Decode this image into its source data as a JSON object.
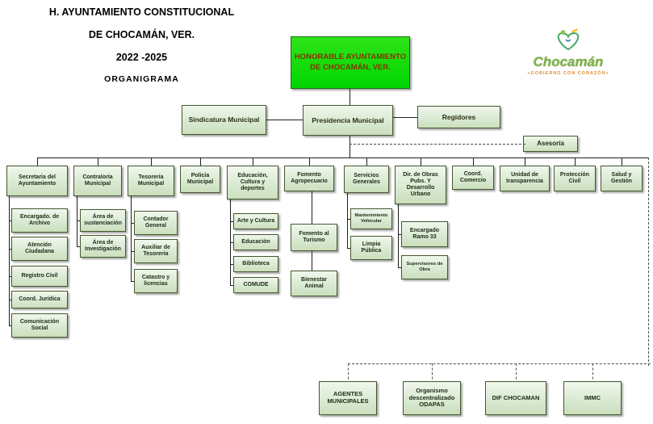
{
  "title": {
    "line1": "H. AYUNTAMIENTO CONSTITUCIONAL",
    "line2": "DE CHOCAMÁN, VER.",
    "line3": "2022 -2025",
    "line4": "ORGANIGRAMA"
  },
  "logo": {
    "name": "Chocamán",
    "tagline": "«GOBIERNO CON CORAZÓN»"
  },
  "org": {
    "root": "HONORABLE AYUNTAMIENTO DE CHOCAMÁN, VER.",
    "level2": [
      "Sindicatura Municipal",
      "Presidencia Municipal",
      "Regidores"
    ],
    "advisor": "Asesoría",
    "departments": [
      {
        "label": "Secretaria del Ayuntamiento",
        "children": [
          "Encargado. de Archivo",
          "Atención Ciudadana",
          "Registro Civil",
          "Coord. Jurídica",
          "Comunicación Social"
        ]
      },
      {
        "label": "Contraloría Municipal",
        "children": [
          "Área de sustanciación",
          "Área de Investigación"
        ]
      },
      {
        "label": "Tesorería Municipal",
        "children": [
          "Contador General",
          "Auxiliar de Tesorería",
          "Catastro y licencias"
        ]
      },
      {
        "label": "Policía Municipal",
        "children": []
      },
      {
        "label": "Educación, Cultura y deportes",
        "children": [
          "Arte y Cultura",
          "Educación",
          "Biblioteca",
          "COMUDE"
        ]
      },
      {
        "label": "Fomento Agropecuario",
        "children": [
          "Fomento al Turismo",
          "Bienestar Animal"
        ]
      },
      {
        "label": "Servicios Generales",
        "children": [
          "Mantenimiento Vehicular",
          "Limpia Pública"
        ]
      },
      {
        "label": "Dir. de Obras Pubs. Y Desarrollo Urbano",
        "children": [
          "Encargado Ramo 33",
          "Supervisores de Obra"
        ]
      },
      {
        "label": "Coord. Comercio",
        "children": []
      },
      {
        "label": "Unidad de transparencia",
        "children": []
      },
      {
        "label": "Protección Civil",
        "children": []
      },
      {
        "label": "Salud y Gestión",
        "children": []
      }
    ],
    "bottom": [
      "AGENTES MUNICIPALES",
      "Organismo descentralizado ODAPAS",
      "DIF CHOCAMAN",
      "IMMC"
    ]
  },
  "colors": {
    "box_fill": "#d9ead3",
    "box_border": "#44582e",
    "root_fill": "#00d500",
    "root_text": "#8b3103",
    "line": "#1f1f1f"
  }
}
